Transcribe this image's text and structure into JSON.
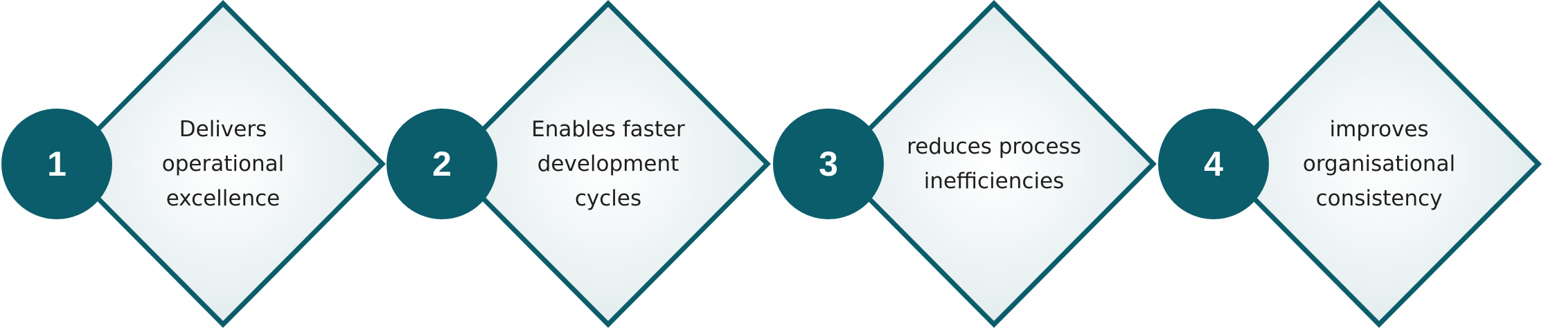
{
  "colors": {
    "accent": "#0b5d6b",
    "diamond_fill_center": "#ffffff",
    "diamond_fill_edge": "#dde9eb",
    "text": "#1f1f1f",
    "badge_text": "#ffffff"
  },
  "steps": [
    {
      "number": "1",
      "text": "Delivers operational excellence"
    },
    {
      "number": "2",
      "text": "Enables faster development cycles"
    },
    {
      "number": "3",
      "text": "reduces process inefficiencies"
    },
    {
      "number": "4",
      "text": "improves organisational consistency"
    }
  ]
}
